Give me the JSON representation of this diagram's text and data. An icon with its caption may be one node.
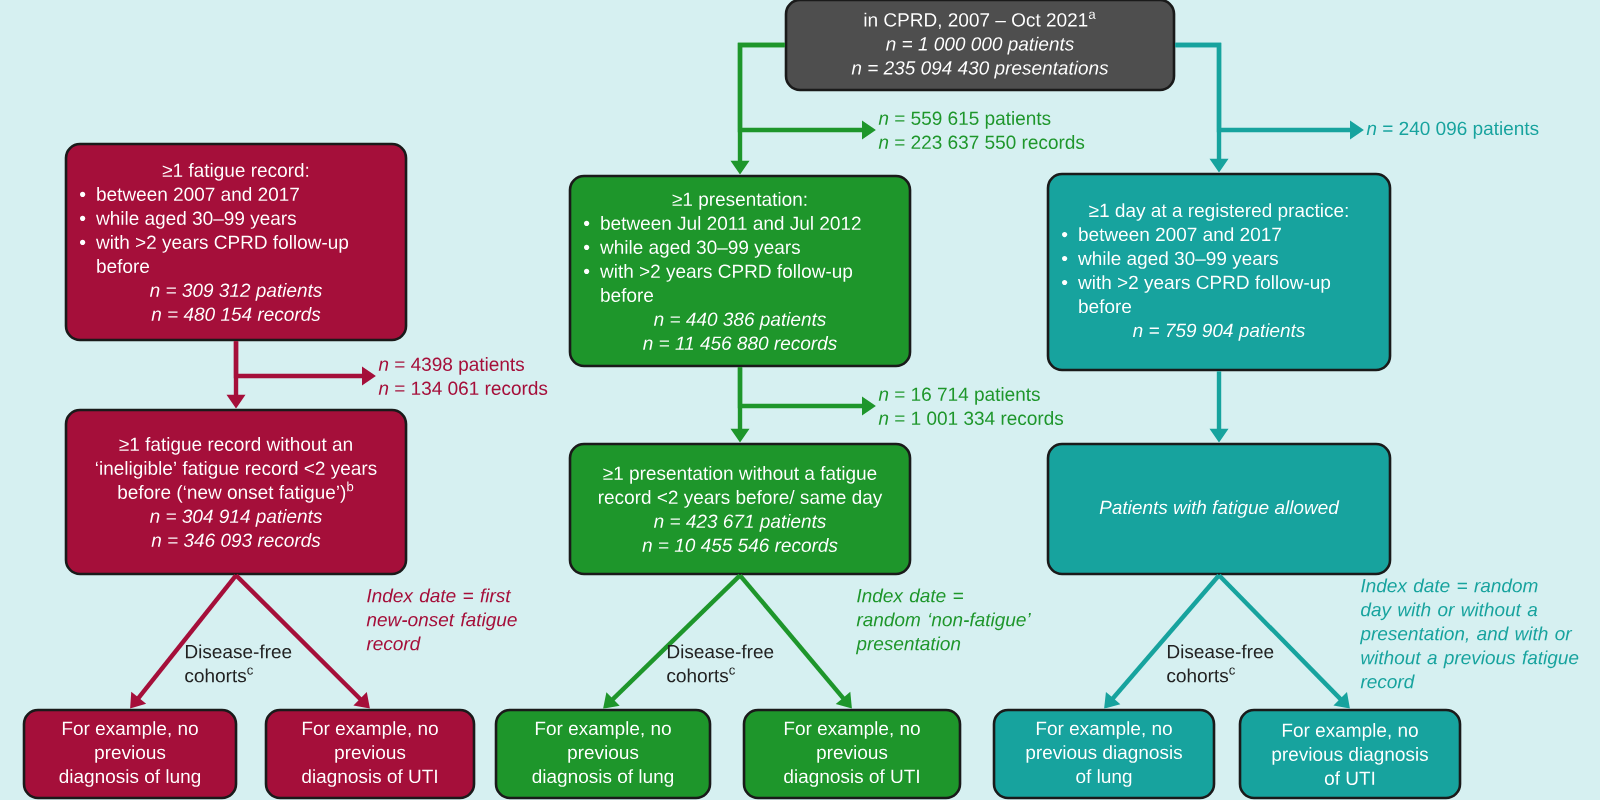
{
  "diagram": {
    "nodes": [
      {
        "text": [
          "in CPRD, 2007 – Oct 2021$^{a}$",
          "n = 1 000 000 patients",
          "n = 235 094 430 presentations"
        ]
      },
      {
        "text": [
          "*n* = 559 615 patients",
          "*n* = 223 637 550 records"
        ]
      },
      {
        "text": [
          "*n* = 240 096 patients"
        ]
      },
      {
        "text": [
          "≥1 fatigue record:",
          "between 2007 and 2017",
          "while aged 30–99 years",
          "with >2 years CPRD follow-up before",
          "n = 309 312 patients",
          "n = 480 154 records"
        ]
      },
      {
        "text": [
          "≥1 presentation:",
          "between Jul 2011 and Jul 2012",
          "while aged 30–99 years",
          "with >2 years CPRD follow-up before",
          "n = 440 386 patients",
          "n = 11 456 880 records"
        ]
      },
      {
        "text": [
          "≥1 day at a registered practice:",
          "between 2007 and 2017",
          "while aged 30–99 years",
          "with >2 years CPRD follow-up before",
          "n = 759 904 patients"
        ]
      },
      {
        "text": [
          "*n* = 4398 patients",
          "*n* = 134 061 records"
        ]
      },
      {
        "text": [
          "≥1 fatigue record without an ‘ineligible’ fatigue record <2 years before (‘new onset fatigue’)$^{b}$",
          "n = 304 914 patients",
          "n = 346 093 records"
        ]
      },
      {
        "text": [
          "*n* = 16 714 patients",
          "*n* = 1 001 334 records"
        ]
      },
      {
        "text": [
          "≥1 presentation without a fatigue record <2 years before/ same day",
          "n = 423 671 patients",
          "n = 10 455 546 records"
        ]
      },
      {
        "text": [
          "Patients with fatigue allowed"
        ]
      },
      {
        "text": [
          "For example, no previous diagnosis of lung"
        ]
      },
      {
        "text": [
          "For example, no previous diagnosis of UTI"
        ]
      },
      {
        "text": [
          "For example, no previous diagnosis of lung"
        ]
      },
      {
        "text": [
          "For example, no previous diagnosis of UTI"
        ]
      },
      {
        "text": [
          "For example, no previous diagnosis of lung"
        ]
      },
      {
        "text": [
          "For example, no previous diagnosis of UTI"
        ]
      }
    ],
    "edges": [
      {
        "from": 0,
        "to": 4,
        "arrow": "to"
      },
      {
        "from": 0,
        "to": 1,
        "arrow": "to"
      },
      {
        "from": 0,
        "to": 5,
        "arrow": "to",
        "color": "#17a39e"
      },
      {
        "from": 0,
        "to": 2,
        "arrow": "to",
        "color": "#17a39e"
      },
      {
        "from": 3,
        "to": 7,
        "arrow": "to",
        "color": "#a50f3a"
      },
      {
        "from": 3,
        "to": 6,
        "arrow": "to",
        "color": "#a50f3a"
      },
      {
        "from": 4,
        "to": 9,
        "arrow": "to"
      },
      {
        "from": 4,
        "to": 8,
        "arrow": "to"
      },
      {
        "from": 5,
        "to": 10,
        "arrow": "to",
        "color": "#17a39e"
      },
      {
        "from": 7,
        "to": 11,
        "arrow": "to",
        "color": "#a50f3a"
      },
      {
        "from": 7,
        "to": 12,
        "arrow": "to",
        "color": "#a50f3a"
      },
      {
        "from": 9,
        "to": 13,
        "arrow": "to"
      },
      {
        "from": 9,
        "to": 14,
        "arrow": "to"
      },
      {
        "from": 10,
        "to": 15,
        "arrow": "to",
        "color": "#17a39e"
      },
      {
        "from": 10,
        "to": 16,
        "arrow": "to",
        "color": "#17a39e"
      }
    ],
    "labels": [
      "Index date = first new-onset fatigue record",
      "Index date = random ‘non-fatigue’ presentation",
      "Index date = random day with or without a presentation, and with or without a previous fatigue record",
      "Disease-free cohorts$^{c}$",
      "Disease-free cohorts$^{c}$",
      "Disease-free cohorts$^{c}$"
    ]
  }
}
